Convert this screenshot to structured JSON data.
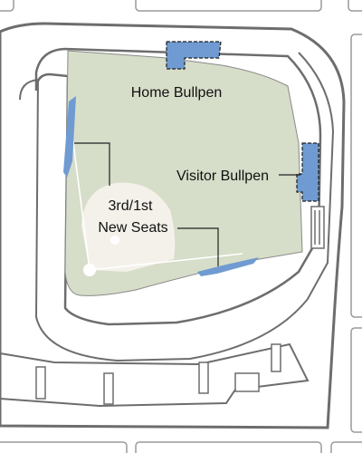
{
  "labels": {
    "home_bullpen": "Home Bullpen",
    "visitor_bullpen": "Visitor Bullpen",
    "new_seats_line1": "3rd/1st",
    "new_seats_line2": "New Seats"
  },
  "colors": {
    "background": "#ffffff",
    "building_fill": "#ffffff",
    "outline": "#6d6d6d",
    "field": "#d6ddc8",
    "infield_dirt": "#f4f1ea",
    "bullpen": "#6f9bd2",
    "new_seats": "#6f9bd2",
    "leader_line": "#222222"
  }
}
